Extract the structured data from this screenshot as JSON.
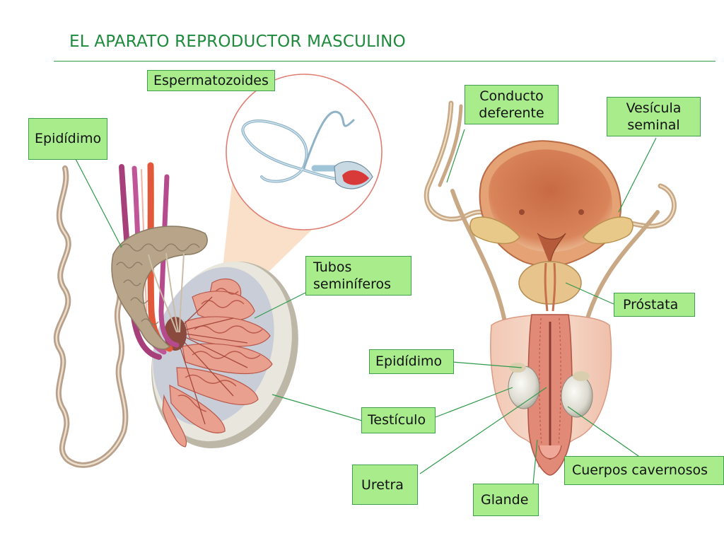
{
  "title": "EL APARATO REPRODUCTOR MASCULINO",
  "labels": {
    "espermatozoides": "Espermatozoides",
    "epididimo_left": "Epidídimo",
    "tubos_line1": "Tubos",
    "tubos_line2": "seminíferos",
    "conducto_line1": "Conducto",
    "conducto_line2": "deferente",
    "vesicula_line1": "Vesícula",
    "vesicula_line2": "seminal",
    "prostata": "Próstata",
    "epididimo_right": "Epidídimo",
    "testiculo": "Testículo",
    "uretra": "Uretra",
    "glande": "Glande",
    "cuerpos_cavernosos": "Cuerpos cavernosos"
  },
  "colors": {
    "title": "#1d8a3c",
    "label_fill": "#a8ec8c",
    "label_border": "#3f9e4f",
    "leader_line": "#2e9a4a",
    "tissue_pink": "#e89a88",
    "tubule": "#d9786a",
    "epididymis": "#b9a58a",
    "bladder": "#d0704a",
    "testis_cover": "#e7e4dc",
    "sperm": "#9fc4d8"
  }
}
